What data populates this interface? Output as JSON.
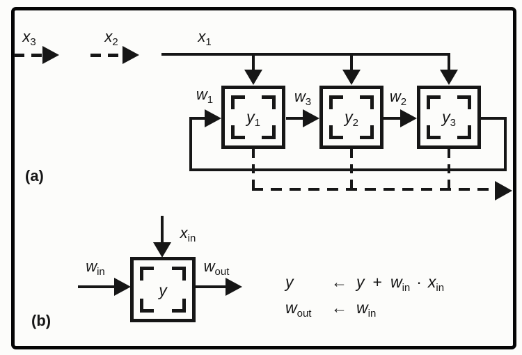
{
  "fig": {
    "colors": {
      "ink": "#161616",
      "frame": "#050505",
      "paper": "#fcfcfa"
    },
    "panel_a": {
      "tag": "(a)",
      "inputs": [
        {
          "main": "x",
          "sub": "3"
        },
        {
          "main": "x",
          "sub": "2"
        },
        {
          "main": "x",
          "sub": "1"
        }
      ],
      "weights": [
        {
          "main": "w",
          "sub": "1"
        },
        {
          "main": "w",
          "sub": "3"
        },
        {
          "main": "w",
          "sub": "2"
        }
      ],
      "cells": [
        {
          "main": "y",
          "sub": "1"
        },
        {
          "main": "y",
          "sub": "2"
        },
        {
          "main": "y",
          "sub": "3"
        }
      ]
    },
    "panel_b": {
      "tag": "(b)",
      "cell": {
        "main": "y"
      },
      "top_input": {
        "main": "x",
        "sub": "in"
      },
      "left_input": {
        "main": "w",
        "sub": "in"
      },
      "right_output": {
        "main": "w",
        "sub": "out"
      },
      "equations": {
        "arrow": "←",
        "line1": {
          "lhs_main": "y",
          "rhs1_main": "y",
          "plus": "+",
          "rhs2_main": "w",
          "rhs2_sub": "in",
          "dot": "·",
          "rhs3_main": "x",
          "rhs3_sub": "in"
        },
        "line2": {
          "lhs_main": "w",
          "lhs_sub": "out",
          "rhs_main": "w",
          "rhs_sub": "in"
        }
      }
    }
  }
}
